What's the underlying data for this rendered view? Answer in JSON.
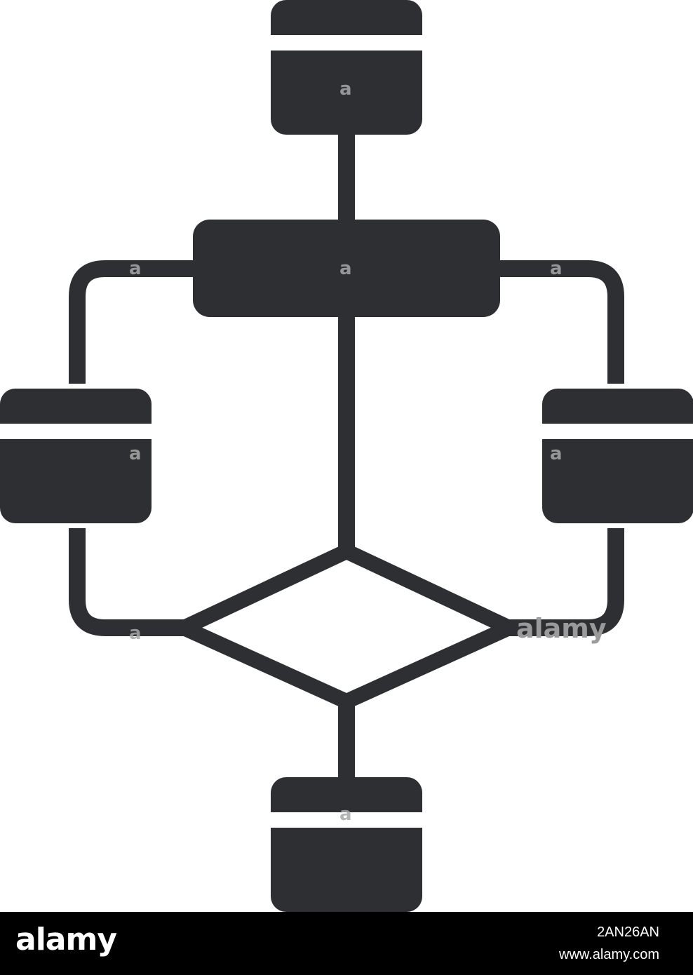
{
  "colors": {
    "icon_fill": "#2d2f32",
    "background": "#ffffff",
    "footer_bg": "#000000",
    "footer_text": "#ffffff",
    "watermark": "#a8a8a8"
  },
  "diagram": {
    "icon": "flowchart-glyph-icon",
    "nodes": [
      {
        "id": "top-window",
        "shape": "window"
      },
      {
        "id": "process",
        "shape": "rounded-rect"
      },
      {
        "id": "left-window",
        "shape": "window"
      },
      {
        "id": "right-window",
        "shape": "window"
      },
      {
        "id": "decision",
        "shape": "diamond"
      },
      {
        "id": "bottom-window",
        "shape": "window"
      }
    ],
    "edges": [
      {
        "from": "top-window",
        "to": "process"
      },
      {
        "from": "process",
        "to": "left-window"
      },
      {
        "from": "process",
        "to": "right-window"
      },
      {
        "from": "process",
        "to": "decision"
      },
      {
        "from": "left-window",
        "to": "decision"
      },
      {
        "from": "right-window",
        "to": "decision"
      },
      {
        "from": "decision",
        "to": "bottom-window"
      }
    ]
  },
  "watermark": {
    "glyph": "a",
    "brand_text": "alamy"
  },
  "footer": {
    "brand": "alamy",
    "image_id": "2AN26AN",
    "site": "www.alamy.com"
  }
}
